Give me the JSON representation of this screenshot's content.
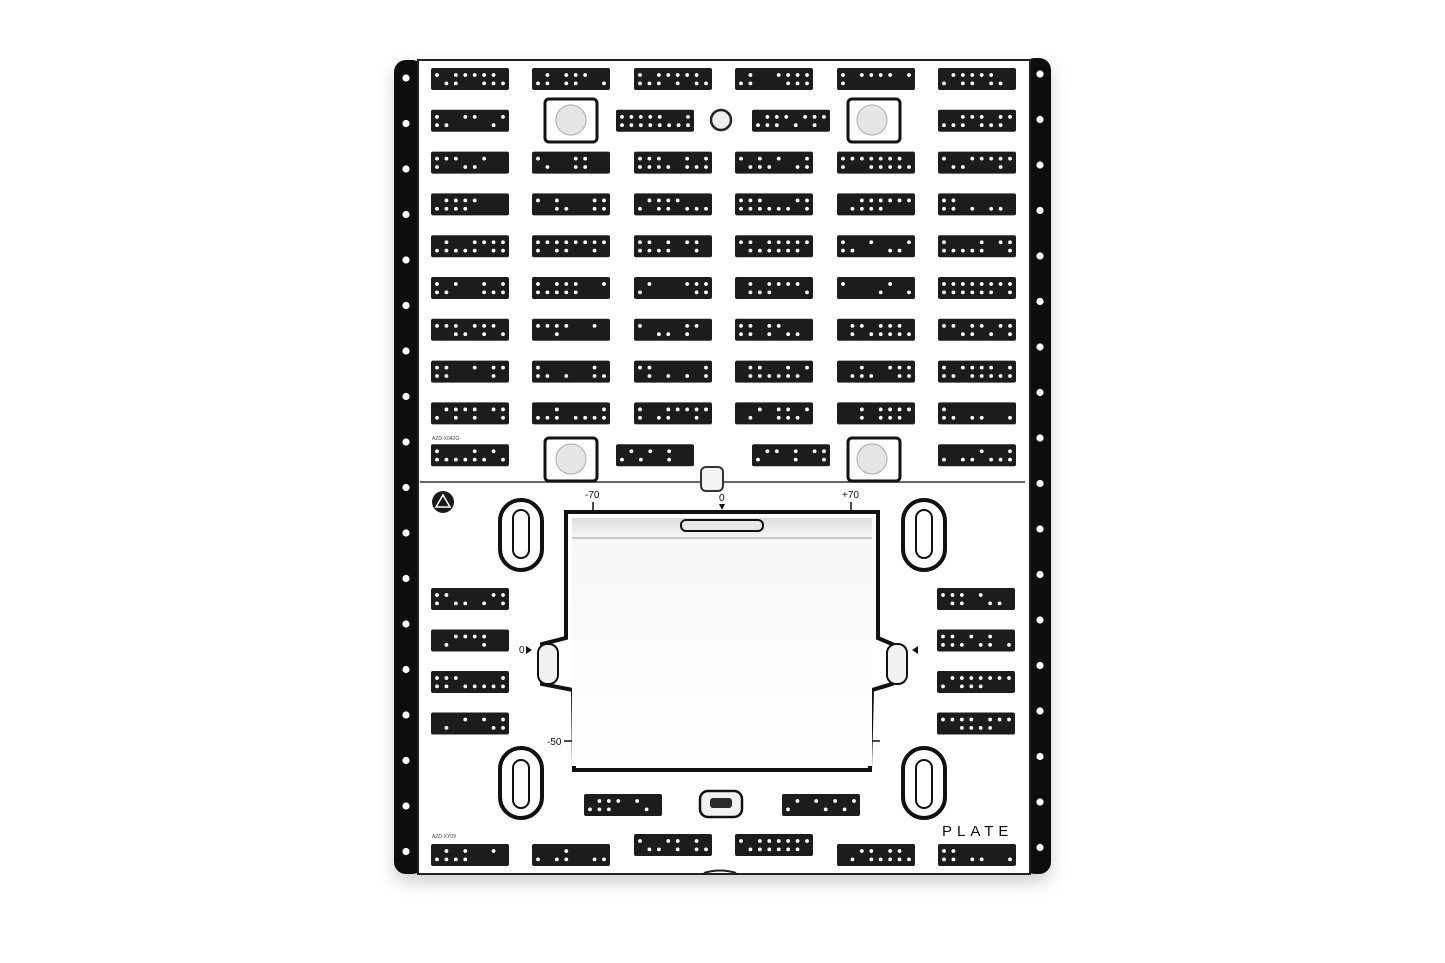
{
  "product": {
    "brand_text": "PLATE",
    "part_code_top": "AZD-X042G",
    "part_code_bottom": "AZD-XY09",
    "icon": "triangle-warning-icon"
  },
  "scale_marks": {
    "top": [
      "-70",
      "0",
      "+70"
    ],
    "left_zero": "0",
    "left_low": "-50"
  },
  "colors": {
    "plate": "#ffffff",
    "rail": "#111111",
    "pad": "#1c1c1c",
    "background": "#ffffff"
  },
  "grid": {
    "columns": 6,
    "rows": 10
  }
}
